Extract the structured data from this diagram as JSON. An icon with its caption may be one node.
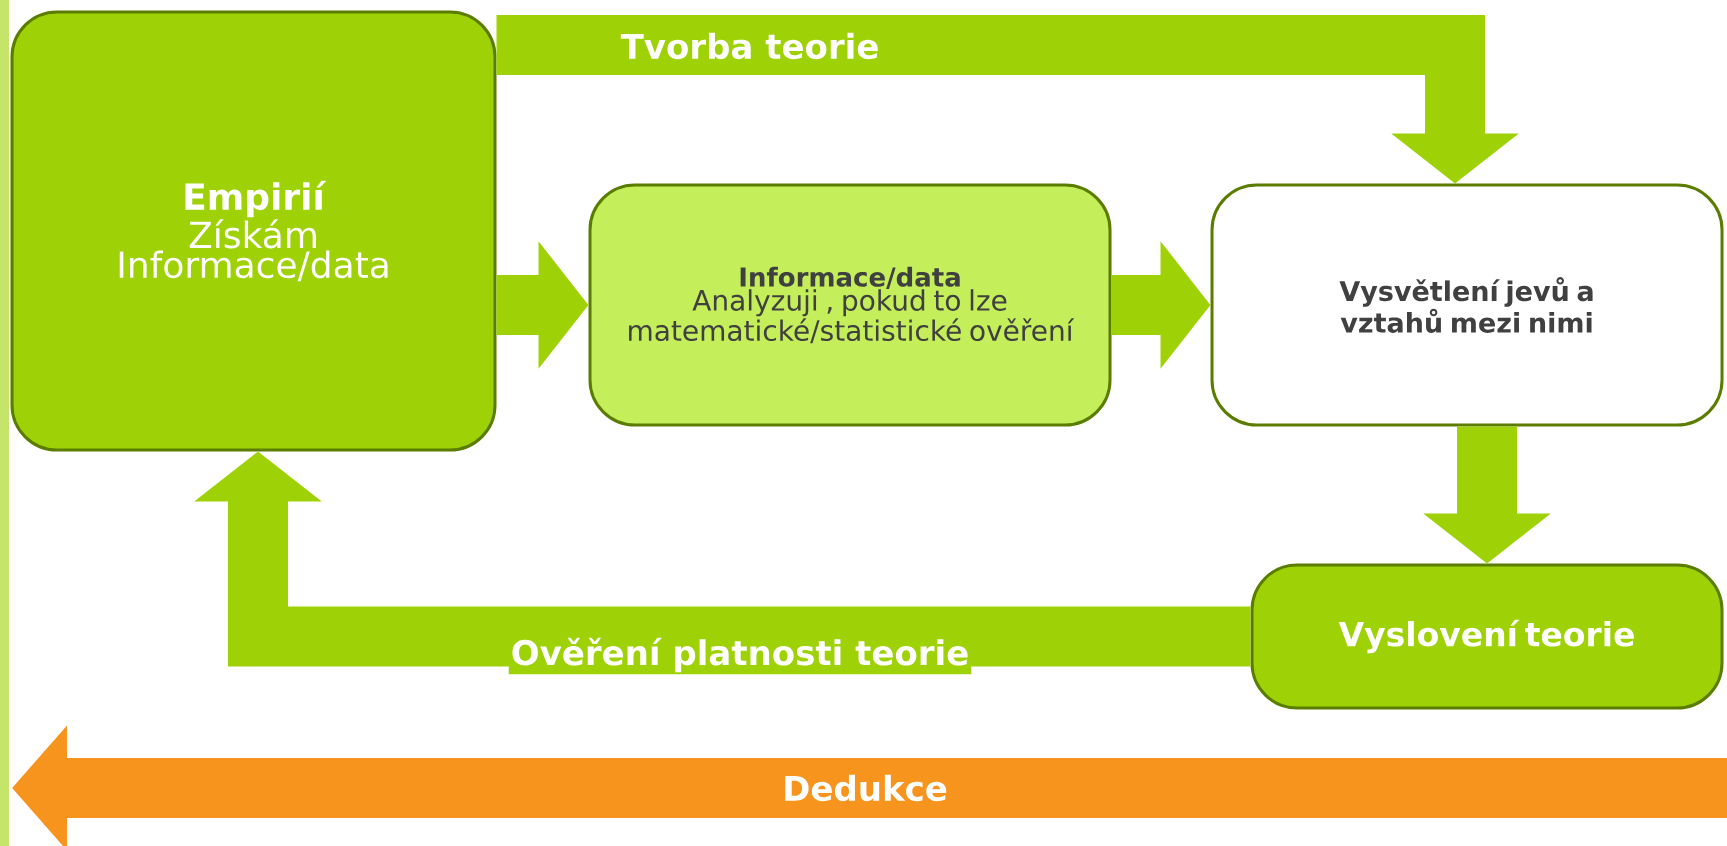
{
  "diagram": {
    "nodes": [
      {
        "text": [
          "Empirií",
          "Získám Informace/data"
        ]
      },
      {
        "text": [
          "Informace/data",
          "Analyzuji , pokud to lze matematické/statistické ověření"
        ]
      },
      {
        "text": [
          "Vysvětlení jevů a vztahů mezi nimi"
        ]
      },
      {
        "text": [
          "Vyslovení teorie"
        ]
      }
    ],
    "edges": [
      {
        "from": 0,
        "to": 2,
        "arrow": "to",
        "label": "Tvorba teorie"
      },
      {
        "from": 0,
        "to": 1,
        "arrow": "to"
      },
      {
        "from": 1,
        "to": 2,
        "arrow": "to"
      },
      {
        "from": 2,
        "to": 3,
        "arrow": "to"
      },
      {
        "from": 3,
        "to": 0,
        "arrow": "to",
        "label": "Ověření platnosti teorie"
      }
    ],
    "labels": [
      "Dedukce"
    ]
  }
}
